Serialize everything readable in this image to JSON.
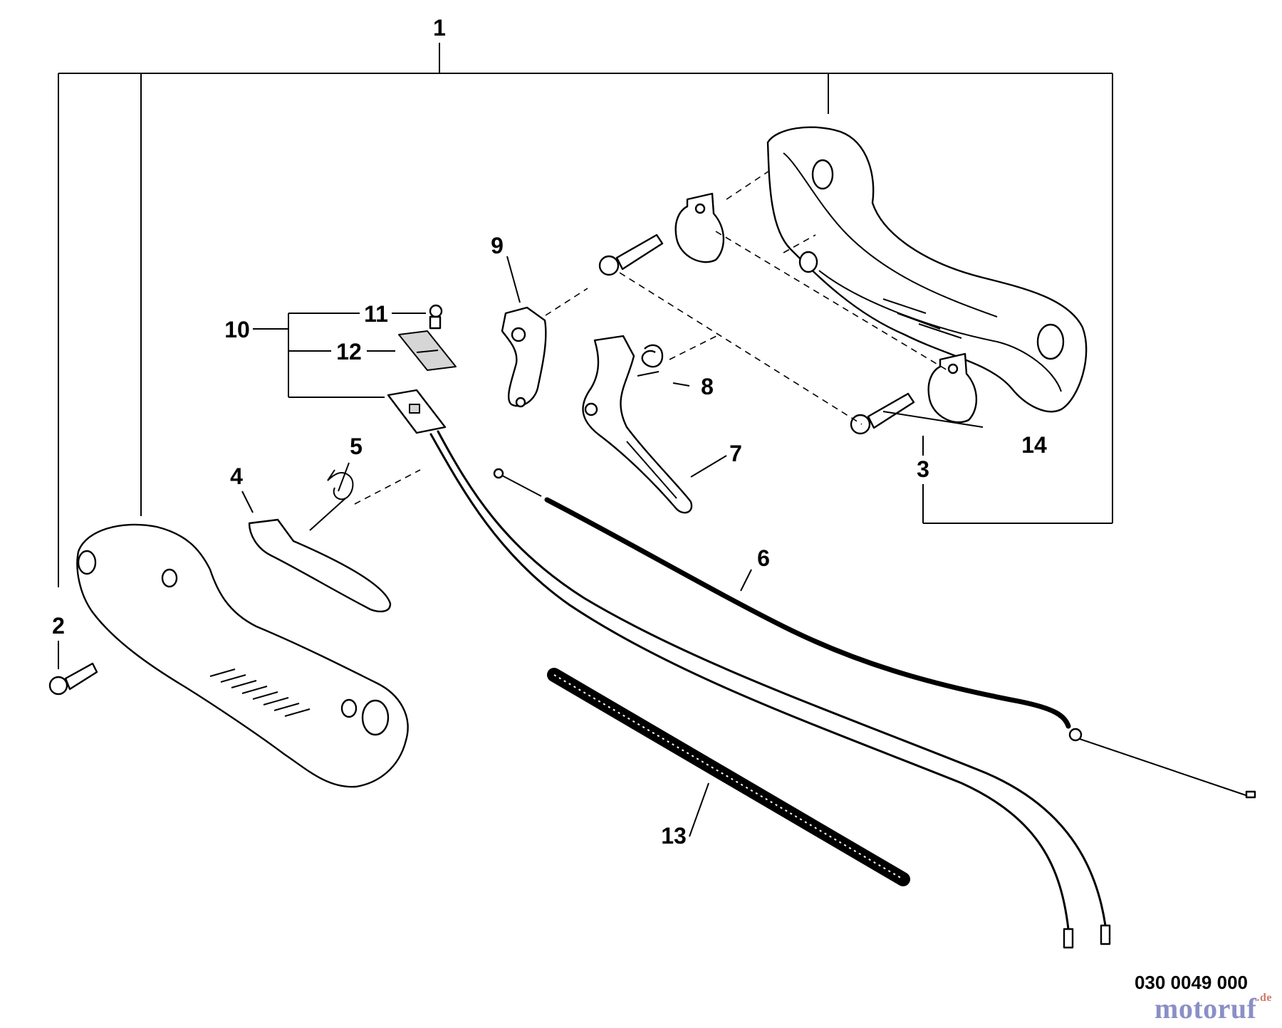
{
  "callouts": {
    "c1": "1",
    "c2": "2",
    "c3": "3",
    "c4": "4",
    "c5": "5",
    "c6": "6",
    "c7": "7",
    "c8": "8",
    "c9": "9",
    "c10": "10",
    "c11": "11",
    "c12": "12",
    "c13": "13",
    "c14": "14"
  },
  "catalog_number": "030 0049 000",
  "watermark": {
    "brand": "motoruf",
    "tld": ".de"
  },
  "colors": {
    "line": "#000000",
    "background": "#ffffff",
    "watermark_brand": "#8a8fc6",
    "watermark_tld": "#d07a6a"
  }
}
